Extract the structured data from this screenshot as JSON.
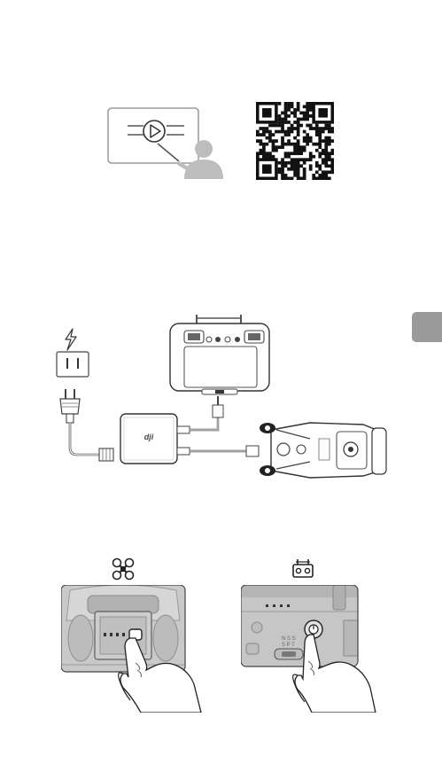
{
  "page": {
    "side_tab_color": "#9a9a9a"
  },
  "tutorial": {
    "icon": "video-tutorial-icon",
    "qr_icon": "qr-code"
  },
  "charging": {
    "icons": [
      "lightning-icon",
      "power-outlet-icon",
      "charger-hub",
      "remote-controller",
      "aircraft"
    ],
    "hub_logo": "dji"
  },
  "power_buttons": {
    "aircraft_icon": "aircraft-icon",
    "rc_icon": "remote-controller-icon",
    "rc_mode_label_top": "N S S",
    "rc_mode_label_bottom": "S P T",
    "battery_level_leds": 4
  }
}
